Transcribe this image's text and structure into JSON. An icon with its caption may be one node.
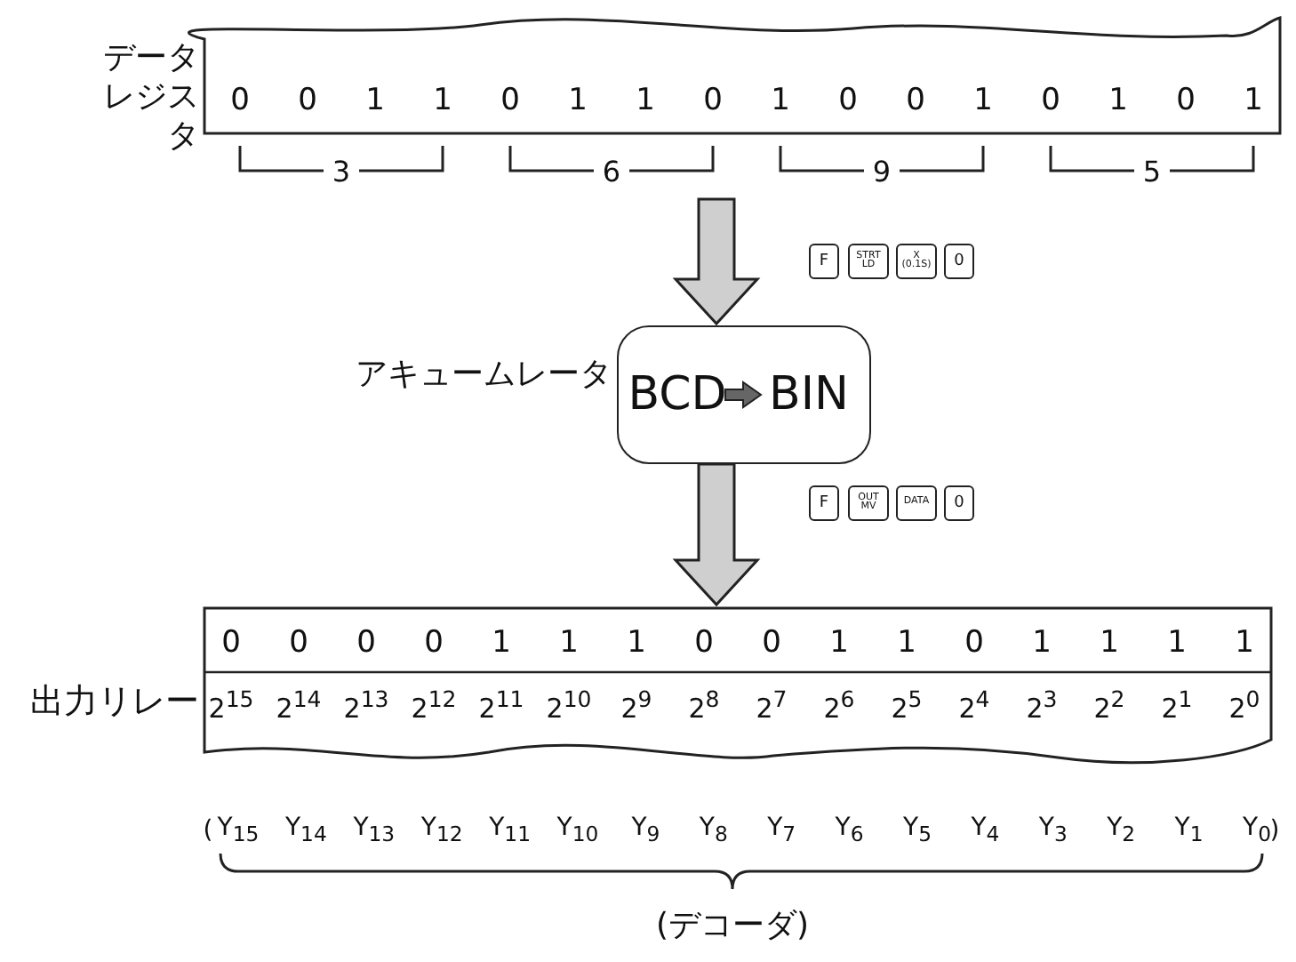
{
  "diagram": {
    "nodes": [
      {
        "text": [
          "データレジスタ",
          "0",
          "0",
          "1",
          "1",
          "0",
          "1",
          "1",
          "0",
          "1",
          "0",
          "0",
          "1",
          "0",
          "1",
          "0",
          "1"
        ]
      },
      {
        "text": [
          "F"
        ]
      },
      {
        "text": [
          "STRT LD"
        ]
      },
      {
        "text": [
          "X (0.1S)"
        ]
      },
      {
        "text": [
          "0"
        ]
      },
      {
        "text": [
          "アキュームレータ",
          "BCD",
          "BIN"
        ]
      },
      {
        "text": [
          "F"
        ]
      },
      {
        "text": [
          "OUT MV"
        ]
      },
      {
        "text": [
          "DATA"
        ]
      },
      {
        "text": [
          "0"
        ]
      },
      {
        "text": [
          "出力リレー",
          "0",
          "0",
          "0",
          "0",
          "1",
          "1",
          "1",
          "0",
          "0",
          "1",
          "1",
          "0",
          "1",
          "1",
          "1",
          "1",
          "2$^{15}$",
          "2$^{14}$",
          "2$^{13}$",
          "2$^{12}$",
          "2$^{11}$",
          "2$^{10}$",
          "2$^{9}$",
          "2$^{8}$",
          "2$^{7}$",
          "2$^{6}$",
          "2$^{5}$",
          "2$^{4}$",
          "2$^{3}$",
          "2$^{2}$",
          "2$^{1}$",
          "2$^{0}$"
        ]
      }
    ],
    "edges": [
      {
        "from": 0,
        "to": 5,
        "arrow": "to"
      },
      {
        "from": 5,
        "to": 10,
        "arrow": "to"
      }
    ],
    "labels": [
      "3",
      "6",
      "9",
      "5",
      "(",
      "Y$_{15}$",
      "Y$_{14}$",
      "Y$_{13}$",
      "Y$_{12}$",
      "Y$_{11}$",
      "Y$_{10}$",
      "Y$_{9}$",
      "Y$_{8}$",
      "Y$_{7}$",
      "Y$_{6}$",
      "Y$_{5}$",
      "Y$_{4}$",
      "Y$_{3}$",
      "Y$_{2}$",
      "Y$_{1}$",
      "Y$_{0}$",
      ")",
      "(デコーダ)"
    ]
  }
}
